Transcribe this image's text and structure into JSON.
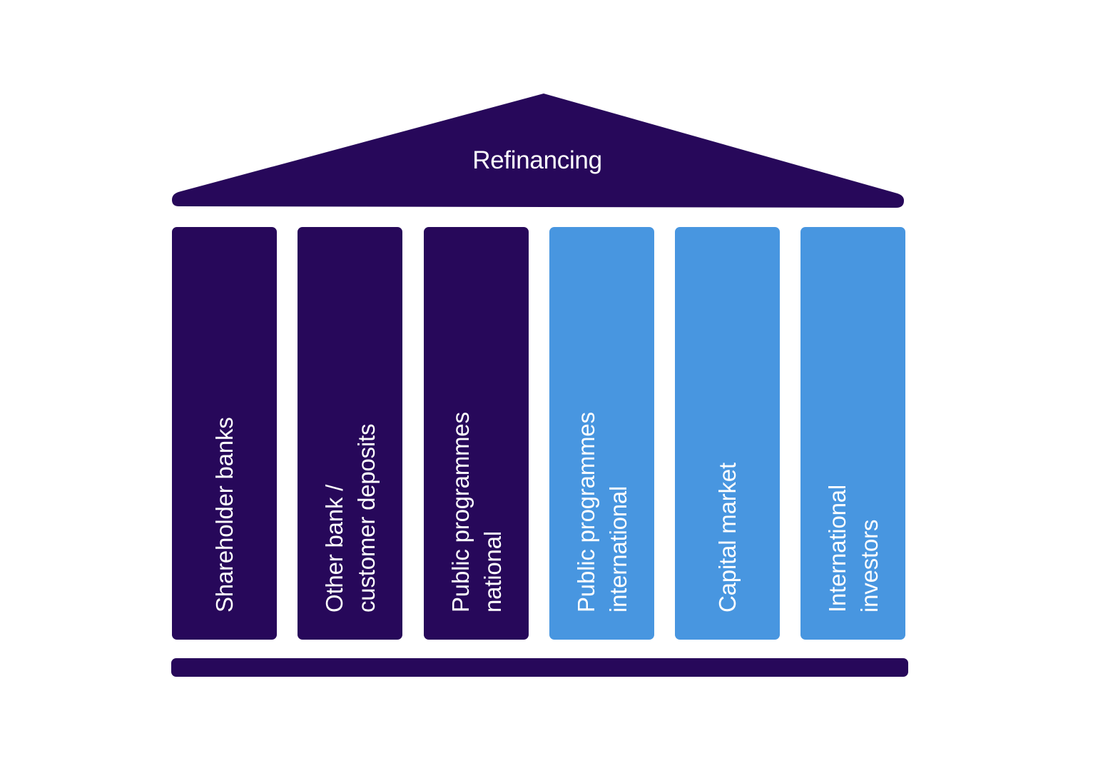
{
  "colors": {
    "dark": "#27085a",
    "light": "#4896e0",
    "text": "#ffffff"
  },
  "roof": {
    "label": "Refinancing"
  },
  "pillars": [
    {
      "lines": [
        "Shareholder banks"
      ],
      "tone": "dark"
    },
    {
      "lines": [
        "Other bank /",
        "customer deposits"
      ],
      "tone": "dark"
    },
    {
      "lines": [
        "Public programmes",
        "national"
      ],
      "tone": "dark"
    },
    {
      "lines": [
        "Public programmes",
        "international"
      ],
      "tone": "light"
    },
    {
      "lines": [
        "Capital market"
      ],
      "tone": "light"
    },
    {
      "lines": [
        "International",
        "investors"
      ],
      "tone": "light"
    }
  ]
}
